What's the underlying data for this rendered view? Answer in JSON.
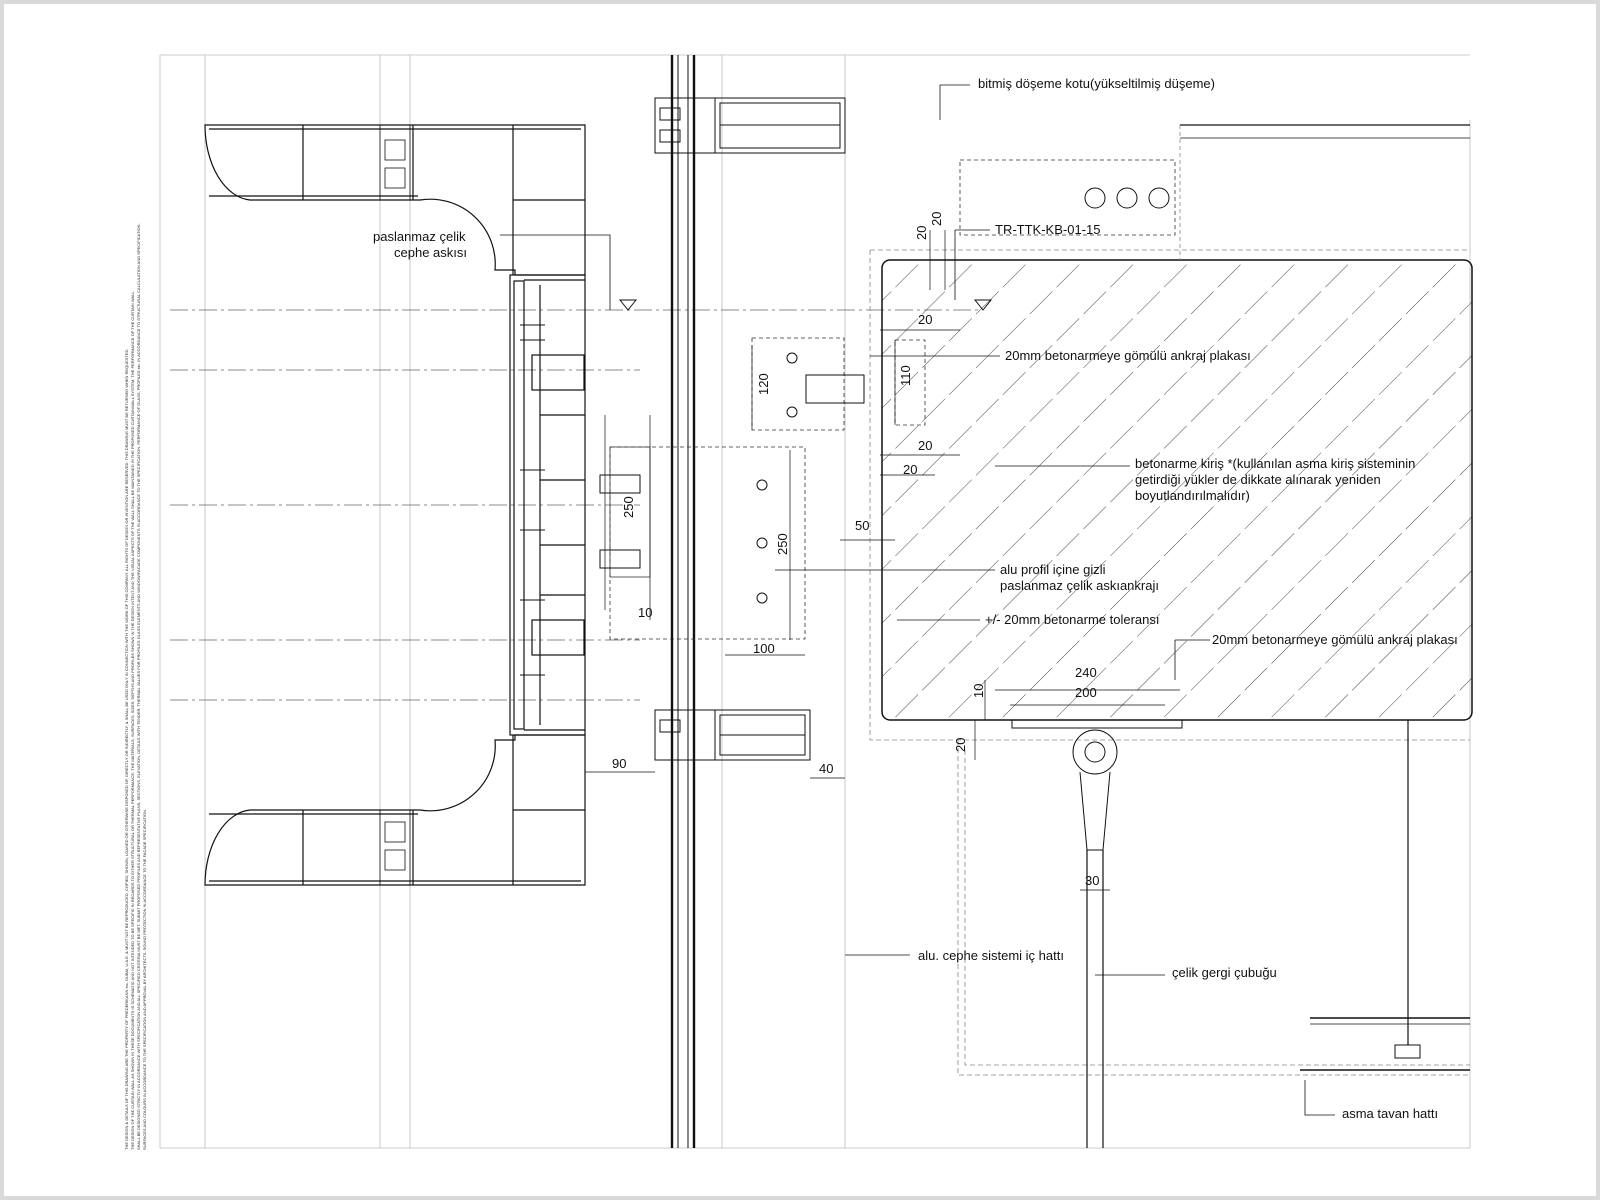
{
  "disclaimer": {
    "line1": "THE DESIGN & DETAILS OF THIS DRAWING ARE THE PROPERTY OF FREDERIKANN Inc. DUBAI, U.A.E. & MUST NOT BE REPRODUCED, COPIED, SHOWN, LOANED OR OTHERWISE DISPOSED OF, DIRECTLY OR INDIRECTLY, & SHALL BE USED ONLY IN CONNECTION WITH THE WORK OF THIS COMPANY. ALL RIGHTS OF DESIGN OR INVENTION ARE RESERVED. THIS DRAWING MUST BE RETURNED WHEN REQUESTED.",
    "line2": "THE DESIGN OF THE CURTAIN WALL AS SHOWN IN THESE DOCUMENTS IS SCHEMATIC AND NOT INTENDED TO BE SPECIFIC IN REGARDS TO EITHER STRUCTURAL OR THERMAL PERFORMANCE. THE MATERIALS, SURFACES, SIZES, DEPTHS AND PROFILES SHOWN IN THE DESIGN INTENT AND THE VISUAL ASPECTS OF THE WALL SHALL BE MAINTAINED IN THE PROPOSED CURTAINWALL SYSTEM. THE PERFORMANCE OF THE CURTAIN WALL",
    "line3": "SHALL BE DESIGNED STRICTLY IN ACCORDANCE WITH SPECIFICATION AND ALL SPECIFIED CRITERIA MUST BE MET. SUBMIT PROPOSED PROFILES AND REPRESENTATIVE PLANS, SECTIONS, ELEVATION, DETAILS WITH TENDER. THERMAL VALUES FOR PROFILES GLASS ELEMENTS AND WINDOW/FACADE COMPONENTS IN ACCORDANCE TO THE SPECIFICATION. PERFORMANCE OF GLASS, PROFILES etc. IN ACCORDANCE TO STRUCTURAL CALCULATION AND SPECIFICATION.",
    "line4": "SURFACES AND COLOURS IN ACCORDANCE TO THE SPECIFICATION AND APPROVAL BY ARCHITECTS. SOUND PROTECTION IN ACCORDANCE TO THE FACADE SPECIFICATION."
  },
  "labels": {
    "finished_floor": "bitmiş döşeme kotu(yükseltilmiş düşeme)",
    "reference": "TR-TTK-KB-01-15",
    "anchor_plate_top": "20mm betonarmeye gömülü ankraj plakası",
    "beam_line1": "betonarme kiriş *(kullanılan asma kiriş sisteminin",
    "beam_line2": "getirdiği yükler de dikkate alınarak yeniden",
    "beam_line3": "boyutlandırılmalıdır)",
    "hidden_anchor_line1": "alu profil içine gizli",
    "hidden_anchor_line2": "paslanmaz çelik askıankrajı",
    "tolerance": "+/- 20mm betonarme toleransı",
    "anchor_plate_bottom": "20mm betonarmeye gömülü ankraj plakası",
    "stainless_hanger_line1": "paslanmaz çelik",
    "stainless_hanger_line2": "cephe askısı",
    "alu_inner_line": "alu. cephe sistemi iç hattı",
    "steel_rod": "çelik gergi çubuğu",
    "ceiling_line": "asma tavan hattı"
  },
  "dimensions": {
    "d20_a": "20",
    "d20_b": "20",
    "d20_c": "20",
    "d20_d": "20",
    "d20_e": "20",
    "d20_f": "20",
    "d120": "120",
    "d110": "110",
    "d250_a": "250",
    "d250_b": "250",
    "d50": "50",
    "d10_a": "10",
    "d10_b": "10",
    "d100": "100",
    "d240": "240",
    "d200": "200",
    "d90": "90",
    "d40": "40",
    "d30": "30"
  },
  "colors": {
    "line": "#111111",
    "thin": "#555555",
    "light": "#bdbdbd",
    "frame": "#d9d9d9"
  }
}
